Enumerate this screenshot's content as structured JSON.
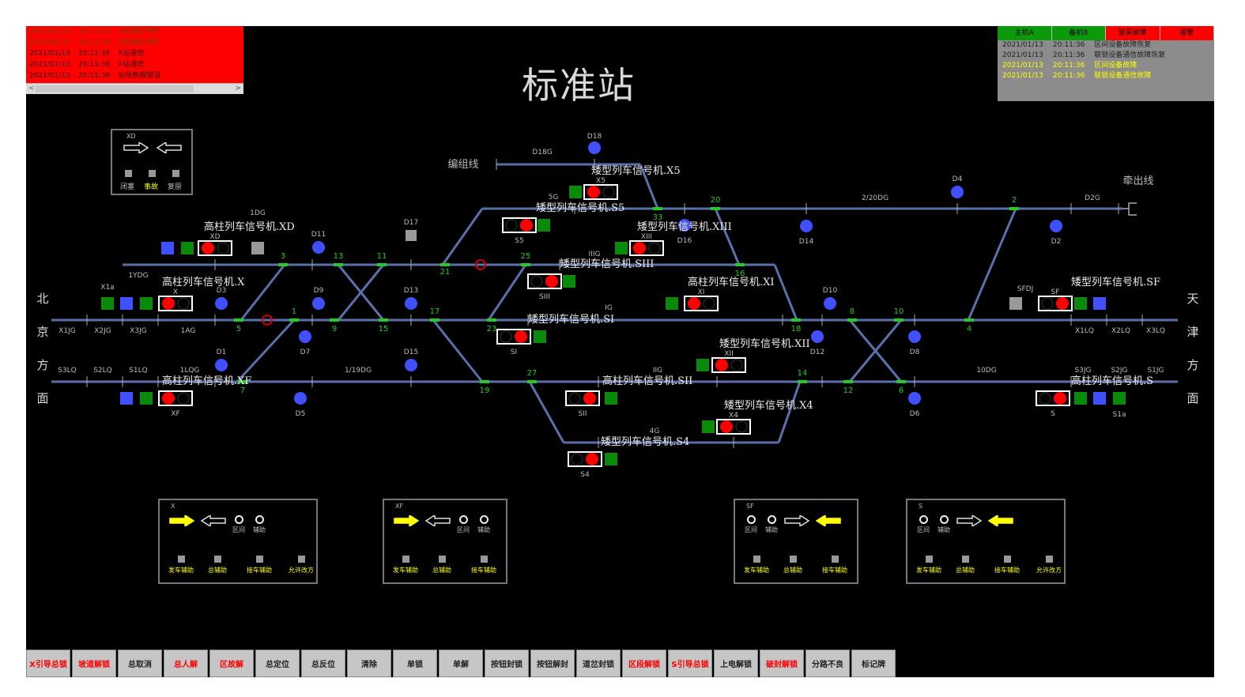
{
  "title": "标准站",
  "alarm_log": {
    "rows": [
      {
        "date": "2021/01/13",
        "time": "20:11:36",
        "msg": "X站通信中断",
        "dim": true
      },
      {
        "date": "2021/01/13",
        "time": "20:11:36",
        "msg": "X站通信中断",
        "dim": true
      },
      {
        "date": "2021/01/13",
        "time": "20:11:36",
        "msg": "X站通信",
        "dim": false
      },
      {
        "date": "2021/01/13",
        "time": "20:11:36",
        "msg": "X站通信",
        "dim": false
      },
      {
        "date": "2021/01/13",
        "time": "20:11:36",
        "msg": "站场数据错误",
        "dim": false
      }
    ],
    "scroll_left": "<",
    "scroll_right": ">"
  },
  "status_panel": {
    "buttons": [
      {
        "label": "主机A",
        "color": "#0a9a0a"
      },
      {
        "label": "备机B",
        "color": "#0a9a0a"
      },
      {
        "label": "驱采故障",
        "color": "#ff0000"
      },
      {
        "label": "报警",
        "color": "#ff0000"
      }
    ],
    "rows": [
      {
        "date": "2021/01/13",
        "time": "20:11:36",
        "msg": "区间设备故障恢复",
        "warn": false
      },
      {
        "date": "2021/01/13",
        "time": "20:11:36",
        "msg": "联锁设备通信故障恢复",
        "warn": false
      },
      {
        "date": "2021/01/13",
        "time": "20:11:36",
        "msg": "区间设备故障",
        "warn": true
      },
      {
        "date": "2021/01/13",
        "time": "20:11:36",
        "msg": "联锁设备通信故障",
        "warn": true
      }
    ]
  },
  "directions": {
    "left": [
      "北",
      "京",
      "方",
      "面"
    ],
    "right": [
      "天",
      "津",
      "方",
      "面"
    ]
  },
  "colors": {
    "track": "#5a70aa",
    "switch": "#22cc22",
    "blue": "#4050ff",
    "green": "#0a8a0a",
    "red": "#ff0000",
    "grey": "#999999"
  },
  "track_labels": [
    "X1JG",
    "X2JG",
    "X3JG",
    "1AG",
    "S3LQ",
    "S2LQ",
    "S1LQ",
    "1LQG",
    "1/19DG",
    "1YDG",
    "D18G",
    "编组线",
    "5G",
    "IIIG",
    "IG",
    "IIG",
    "4G",
    "2/20DG",
    "D2G",
    "牵出线",
    "X1LQ",
    "X2LQ",
    "X3LQ",
    "S3JG",
    "S2JG",
    "S1JG",
    "10DG",
    "1DG"
  ],
  "switch_numbers": [
    "3",
    "13",
    "11",
    "21",
    "25",
    "5",
    "1",
    "9",
    "15",
    "17",
    "23",
    "19",
    "27",
    "33",
    "20",
    "16",
    "18",
    "8",
    "10",
    "4",
    "2",
    "14",
    "12",
    "6",
    "7"
  ],
  "shunt_signals": [
    "D18",
    "D11",
    "D3",
    "D9",
    "D13",
    "D7",
    "D1",
    "D15",
    "D5",
    "D16",
    "D14",
    "D4",
    "D2",
    "D10",
    "D12",
    "D8",
    "D6",
    "D17"
  ],
  "signals": [
    {
      "name": "XD",
      "caption": "高柱列车信号机.XD"
    },
    {
      "name": "X",
      "caption": "高柱列车信号机.X"
    },
    {
      "name": "XF",
      "caption": "高柱列车信号机.XF"
    },
    {
      "name": "X5",
      "caption": "矮型列车信号机.X5"
    },
    {
      "name": "S5",
      "caption": "矮型列车信号机.S5"
    },
    {
      "name": "XIII",
      "caption": "矮型列车信号机.XIII"
    },
    {
      "name": "SIII",
      "caption": "矮型列车信号机.SIII"
    },
    {
      "name": "XI",
      "caption": "高柱列车信号机.XI"
    },
    {
      "name": "SI",
      "caption": "矮型列车信号机.SI"
    },
    {
      "name": "XII",
      "caption": "矮型列车信号机.XII"
    },
    {
      "name": "SII",
      "caption": "高柱列车信号机.SII"
    },
    {
      "name": "X4",
      "caption": "矮型列车信号机.X4"
    },
    {
      "name": "S4",
      "caption": "矮型列车信号机.S4"
    },
    {
      "name": "SF",
      "caption": "矮型列车信号机.SF"
    },
    {
      "name": "S",
      "caption": "高柱列车信号机.S"
    }
  ],
  "aux_labels": [
    "X1a",
    "SFDJ",
    "S1a"
  ],
  "block_panel": {
    "name": "XD",
    "buttons": [
      "闭塞",
      "事故",
      "复原"
    ]
  },
  "direction_panels": [
    {
      "name": "X",
      "lamps": [
        "区间",
        "辅助"
      ],
      "buttons": [
        "发车辅助",
        "总辅助",
        "接车辅助",
        "允许改方"
      ]
    },
    {
      "name": "XF",
      "lamps": [
        "区间",
        "辅助"
      ],
      "buttons": [
        "发车辅助",
        "总辅助",
        "接车辅助"
      ]
    },
    {
      "name": "SF",
      "lamps": [
        "区间",
        "辅助"
      ],
      "buttons": [
        "发车辅助",
        "总辅助",
        "接车辅助"
      ]
    },
    {
      "name": "S",
      "lamps": [
        "区间",
        "辅助"
      ],
      "buttons": [
        "发车辅助",
        "总辅助",
        "接车辅助",
        "允许改方"
      ]
    }
  ],
  "toolbar": [
    {
      "label": "X引导总锁",
      "red": true
    },
    {
      "label": "坡道解锁",
      "red": true
    },
    {
      "label": "总取消",
      "red": false
    },
    {
      "label": "总人解",
      "red": true
    },
    {
      "label": "区故解",
      "red": true
    },
    {
      "label": "总定位",
      "red": false
    },
    {
      "label": "总反位",
      "red": false
    },
    {
      "label": "清除",
      "red": false
    },
    {
      "label": "单锁",
      "red": false
    },
    {
      "label": "单解",
      "red": false
    },
    {
      "label": "按钮封锁",
      "red": false
    },
    {
      "label": "按钮解封",
      "red": false
    },
    {
      "label": "道岔封锁",
      "red": false
    },
    {
      "label": "区段解锁",
      "red": true
    },
    {
      "label": "S引导总锁",
      "red": true
    },
    {
      "label": "上电解锁",
      "red": false
    },
    {
      "label": "破封解锁",
      "red": true
    },
    {
      "label": "分路不良",
      "red": false
    },
    {
      "label": "标记牌",
      "red": false
    }
  ]
}
